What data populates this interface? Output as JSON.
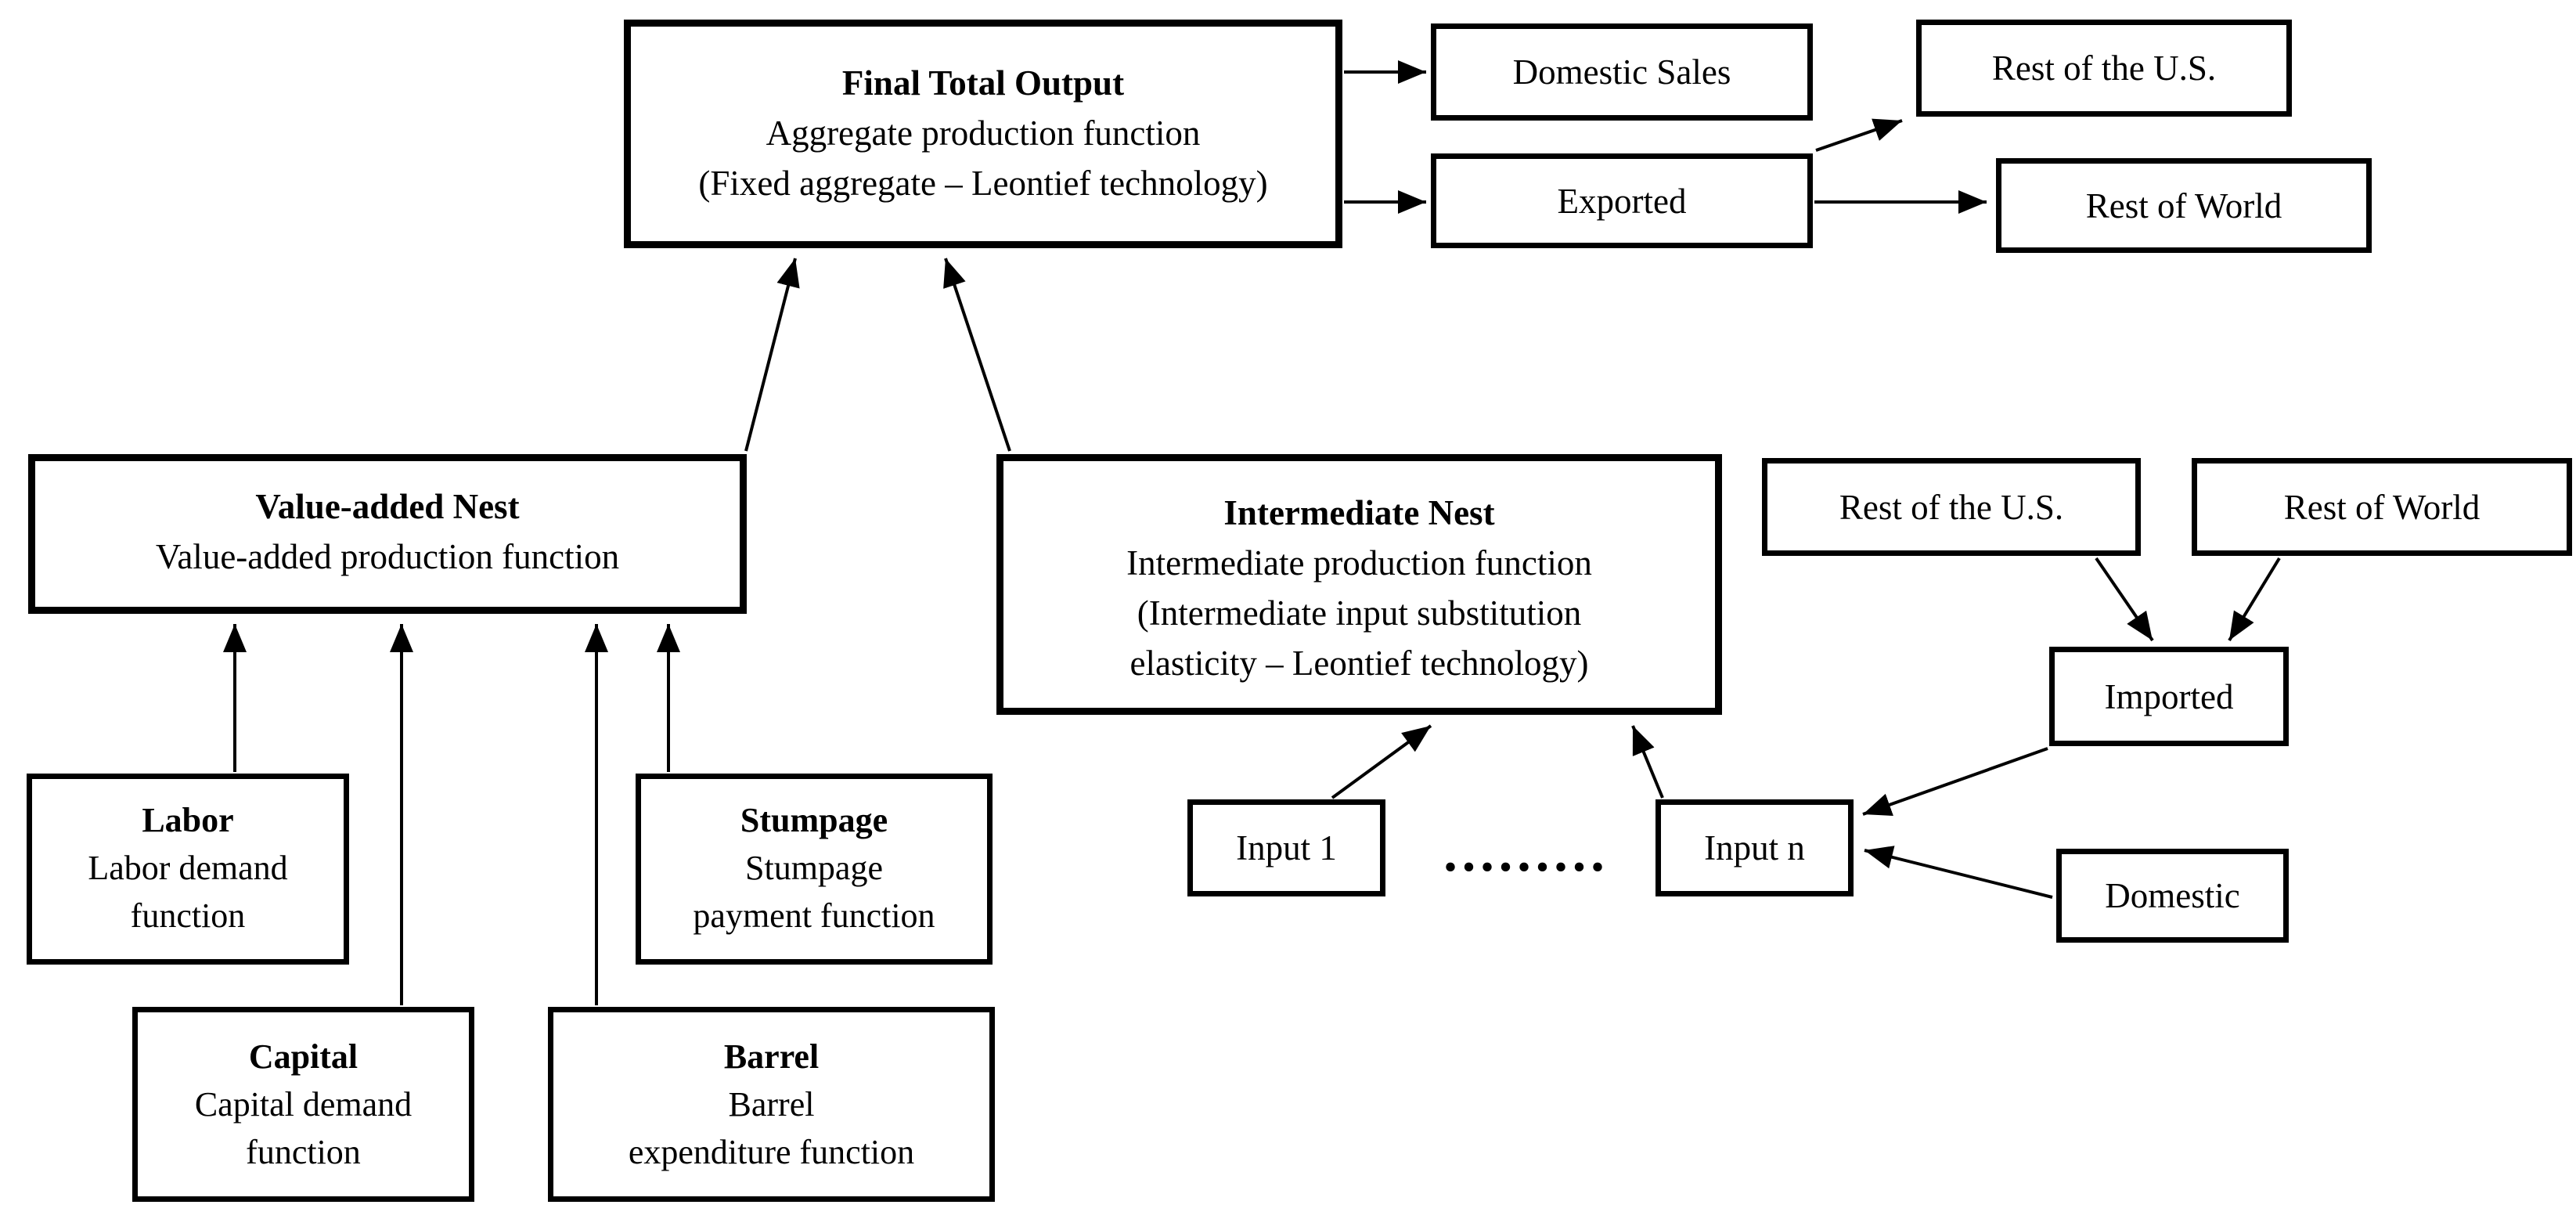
{
  "colors": {
    "ink": "#000000",
    "background": "#ffffff"
  },
  "nodes": {
    "final_total_output": {
      "lines": [
        "Final Total Output",
        "Aggregate production function",
        "(Fixed aggregate – Leontief technology)"
      ]
    },
    "domestic_sales": {
      "lines": [
        "Domestic Sales"
      ]
    },
    "rest_of_the_us_top": {
      "lines": [
        "Rest of the U.S."
      ]
    },
    "exported": {
      "lines": [
        "Exported"
      ]
    },
    "rest_of_world_top": {
      "lines": [
        "Rest of World"
      ]
    },
    "value_added_nest": {
      "lines": [
        "Value-added Nest",
        "Value-added production function"
      ]
    },
    "intermediate_nest": {
      "lines": [
        "Intermediate Nest",
        "Intermediate production function",
        "(Intermediate input substitution",
        "elasticity – Leontief technology)"
      ]
    },
    "labor": {
      "lines": [
        "Labor",
        "Labor demand",
        "function"
      ]
    },
    "stumpage": {
      "lines": [
        "Stumpage",
        "Stumpage",
        "payment function"
      ]
    },
    "capital": {
      "lines": [
        "Capital",
        "Capital demand",
        "function"
      ]
    },
    "barrel": {
      "lines": [
        "Barrel",
        "Barrel",
        "expenditure function"
      ]
    },
    "input_1": {
      "lines": [
        "Input 1"
      ]
    },
    "input_n": {
      "lines": [
        "Input n"
      ]
    },
    "rest_of_the_us_right": {
      "lines": [
        "Rest of the U.S."
      ]
    },
    "rest_of_world_right": {
      "lines": [
        "Rest of World"
      ]
    },
    "imported": {
      "lines": [
        "Imported"
      ]
    },
    "domestic": {
      "lines": [
        "Domestic"
      ]
    }
  },
  "ellipsis": ".........",
  "edges": [
    {
      "from": "final_total_output",
      "to": "domestic_sales"
    },
    {
      "from": "final_total_output",
      "to": "exported"
    },
    {
      "from": "exported",
      "to": "rest_of_the_us_top"
    },
    {
      "from": "exported",
      "to": "rest_of_world_top"
    },
    {
      "from": "value_added_nest",
      "to": "final_total_output"
    },
    {
      "from": "intermediate_nest",
      "to": "final_total_output"
    },
    {
      "from": "labor",
      "to": "value_added_nest"
    },
    {
      "from": "capital",
      "to": "value_added_nest"
    },
    {
      "from": "barrel",
      "to": "value_added_nest"
    },
    {
      "from": "stumpage",
      "to": "value_added_nest"
    },
    {
      "from": "input_1",
      "to": "intermediate_nest"
    },
    {
      "from": "input_n",
      "to": "intermediate_nest"
    },
    {
      "from": "rest_of_the_us_right",
      "to": "imported"
    },
    {
      "from": "rest_of_world_right",
      "to": "imported"
    },
    {
      "from": "imported",
      "to": "input_n"
    },
    {
      "from": "domestic",
      "to": "input_n"
    }
  ]
}
